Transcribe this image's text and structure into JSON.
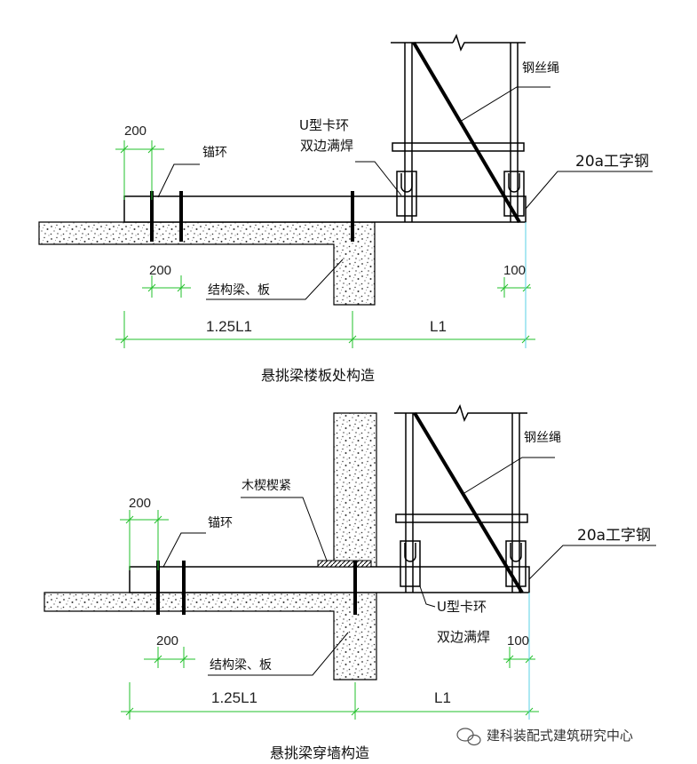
{
  "top": {
    "caption": "悬挑梁楼板处构造",
    "dim_200_top": "200",
    "dim_200_bottom": "200",
    "dim_100": "100",
    "dim_125L1": "1.25L1",
    "dim_L1": "L1",
    "label_anchor_ring": "锚环",
    "label_u_clip_1": "U型卡环",
    "label_u_clip_2": "双边满焊",
    "label_steel_rope": "钢丝绳",
    "label_i_beam": "20a工字钢",
    "label_structure": "结构梁、板"
  },
  "bottom": {
    "caption": "悬挑梁穿墙构造",
    "dim_200_top": "200",
    "dim_200_bottom": "200",
    "dim_100": "100",
    "dim_125L1": "1.25L1",
    "dim_L1": "L1",
    "label_anchor_ring": "锚环",
    "label_wood_wedge": "木楔楔紧",
    "label_u_clip_1": "U型卡环",
    "label_u_clip_2": "双边满焊",
    "label_steel_rope": "钢丝绳",
    "label_i_beam": "20a工字钢",
    "label_structure": "结构梁、板"
  },
  "watermark": "建科装配式建筑研究中心",
  "colors": {
    "line": "#000000",
    "dimension": "#22c02b",
    "accent_cyan": "#5ad0e6"
  }
}
